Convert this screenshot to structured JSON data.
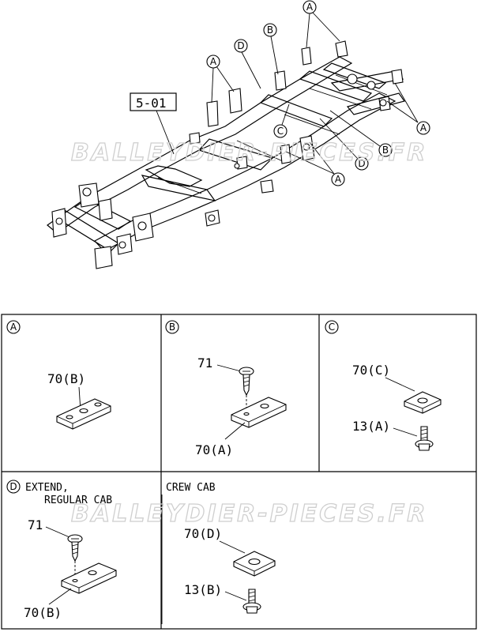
{
  "watermark": "BALLEYDIER-PIECES.FR",
  "main": {
    "ref_box": "5-01",
    "callouts": [
      "A",
      "A",
      "A",
      "A",
      "B",
      "B",
      "C",
      "D",
      "D"
    ]
  },
  "panels": {
    "a": {
      "letter": "A",
      "part": "70(B)"
    },
    "b": {
      "letter": "B",
      "screw": "71",
      "part": "70(A)"
    },
    "c": {
      "letter": "C",
      "plate": "70(C)",
      "bolt": "13(A)"
    },
    "d": {
      "letter": "D",
      "title1": "EXTEND,",
      "title2": "REGULAR CAB",
      "screw": "71",
      "part": "70(B)"
    },
    "crew": {
      "title": "CREW CAB",
      "plate": "70(D)",
      "bolt": "13(B)"
    }
  }
}
